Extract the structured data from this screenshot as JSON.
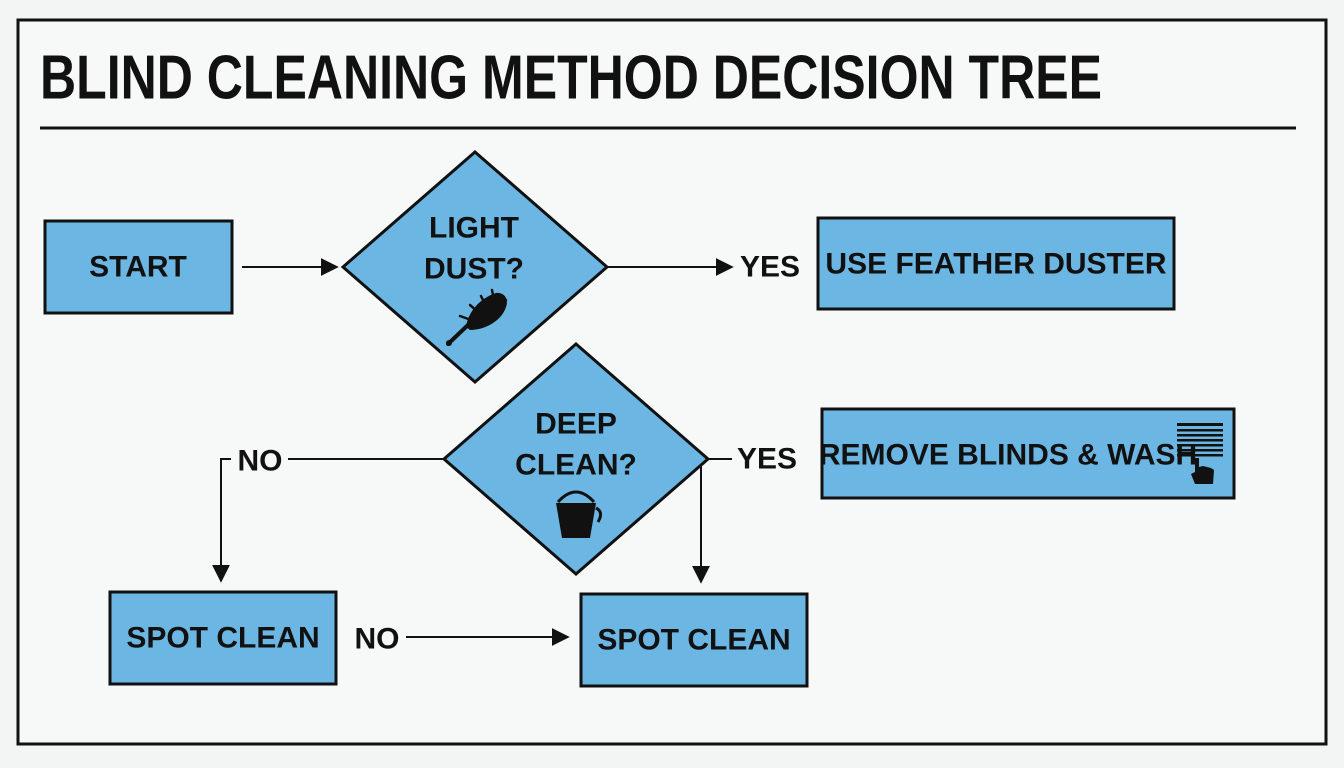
{
  "title": "BLIND CLEANING METHOD DECISION TREE",
  "colors": {
    "box_fill": "#6cb6e3",
    "stroke": "#111111",
    "background": "#f3f4f4"
  },
  "nodes": {
    "start": {
      "label": "START"
    },
    "light_dust": {
      "line1": "LIGHT",
      "line2": "DUST?",
      "icon": "feather-duster-icon"
    },
    "feather_duster": {
      "label": "USE FEATHER DUSTER"
    },
    "deep_clean": {
      "line1": "DEEP",
      "line2": "CLEAN?",
      "icon": "bucket-icon"
    },
    "remove_wash": {
      "label": "REMOVE BLINDS & WASH",
      "icon": "window-blinds-hand-icon"
    },
    "spot_clean_left": {
      "label": "SPOT CLEAN"
    },
    "spot_clean_right": {
      "label": "SPOT CLEAN"
    }
  },
  "edge_labels": {
    "light_dust_yes": "YES",
    "deep_clean_yes": "YES",
    "deep_clean_no": "NO",
    "spot_clean_no": "NO"
  }
}
